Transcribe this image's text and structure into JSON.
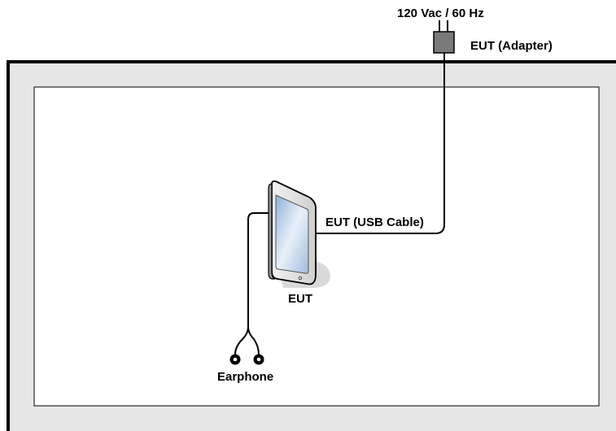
{
  "labels": {
    "power_source": "120 Vac / 60 Hz",
    "adapter": "EUT (Adapter)",
    "usb_cable": "EUT (USB Cable)",
    "eut": "EUT",
    "earphone": "Earphone"
  },
  "colors": {
    "background": "#ffffff",
    "table_frame": "#e6e6e6",
    "outline": "#000000",
    "adapter_body": "#7a7a7a",
    "screen": "#bcd3ea"
  },
  "icons": {
    "adapter": "plug-adapter-icon",
    "tablet": "tablet-device-icon",
    "earphone": "earphone-icon"
  }
}
